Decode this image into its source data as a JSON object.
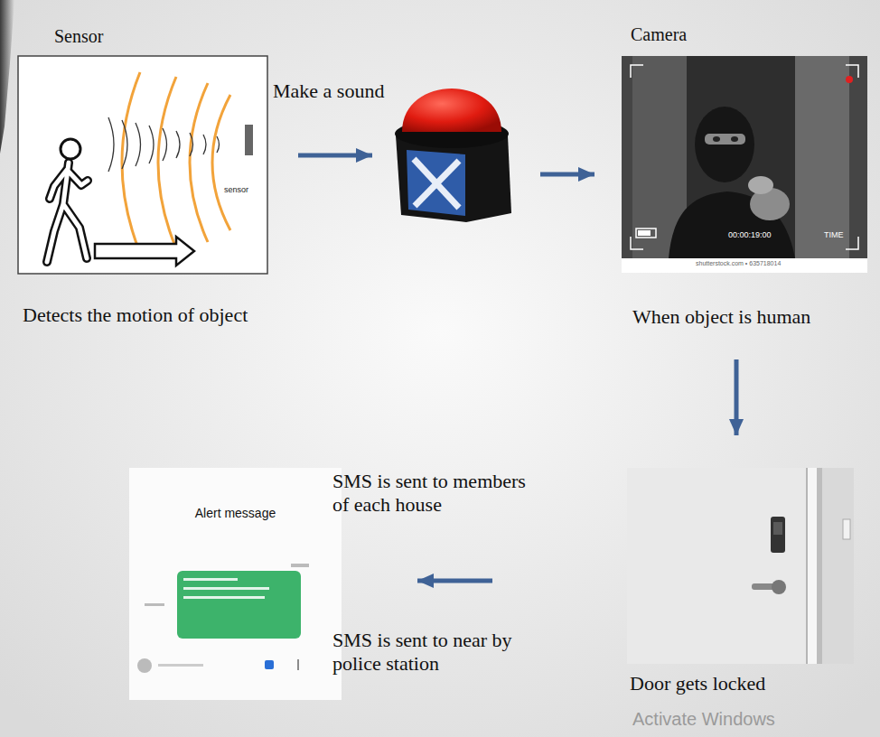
{
  "diagram": {
    "nodes": [
      {
        "text": [
          "Sensor",
          "sensor",
          "Detects the motion of object"
        ]
      },
      {
        "text": []
      },
      {
        "text": [
          "Camera",
          "00:00:19:00",
          "TIME",
          "shutterstock.com • 635718014",
          "When object is human"
        ]
      },
      {
        "text": [
          "Door gets locked"
        ]
      },
      {
        "text": [
          "Alert message"
        ]
      }
    ],
    "edges": [
      {
        "from": 0,
        "to": 1,
        "arrow": "to",
        "label": "Make a sound"
      },
      {
        "from": 1,
        "to": 2,
        "arrow": "to"
      },
      {
        "from": 2,
        "to": 3,
        "arrow": "to"
      },
      {
        "from": 3,
        "to": 4,
        "arrow": "to",
        "label": "SMS is sent to members of each house"
      }
    ],
    "labels": [
      "SMS is sent to near by police station",
      "Activate Windows"
    ]
  }
}
